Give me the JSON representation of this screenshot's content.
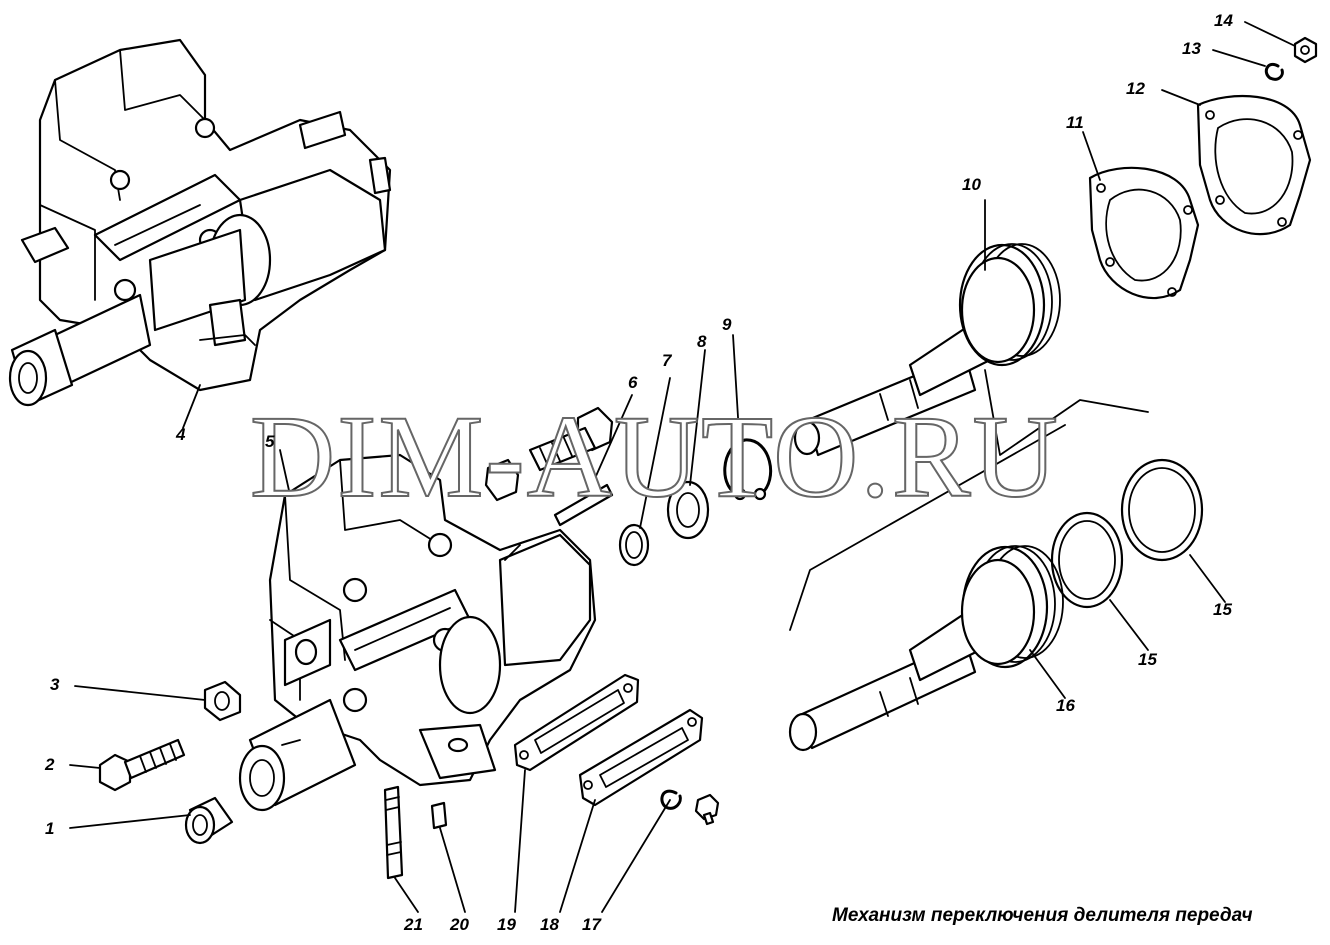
{
  "caption": "Механизм переключения делителя передач",
  "watermark": "DIM-AUTO.RU",
  "callouts": [
    "1",
    "2",
    "3",
    "4",
    "5",
    "6",
    "7",
    "8",
    "9",
    "10",
    "11",
    "12",
    "13",
    "14",
    "15",
    "15",
    "16",
    "17",
    "18",
    "19",
    "20",
    "21"
  ]
}
